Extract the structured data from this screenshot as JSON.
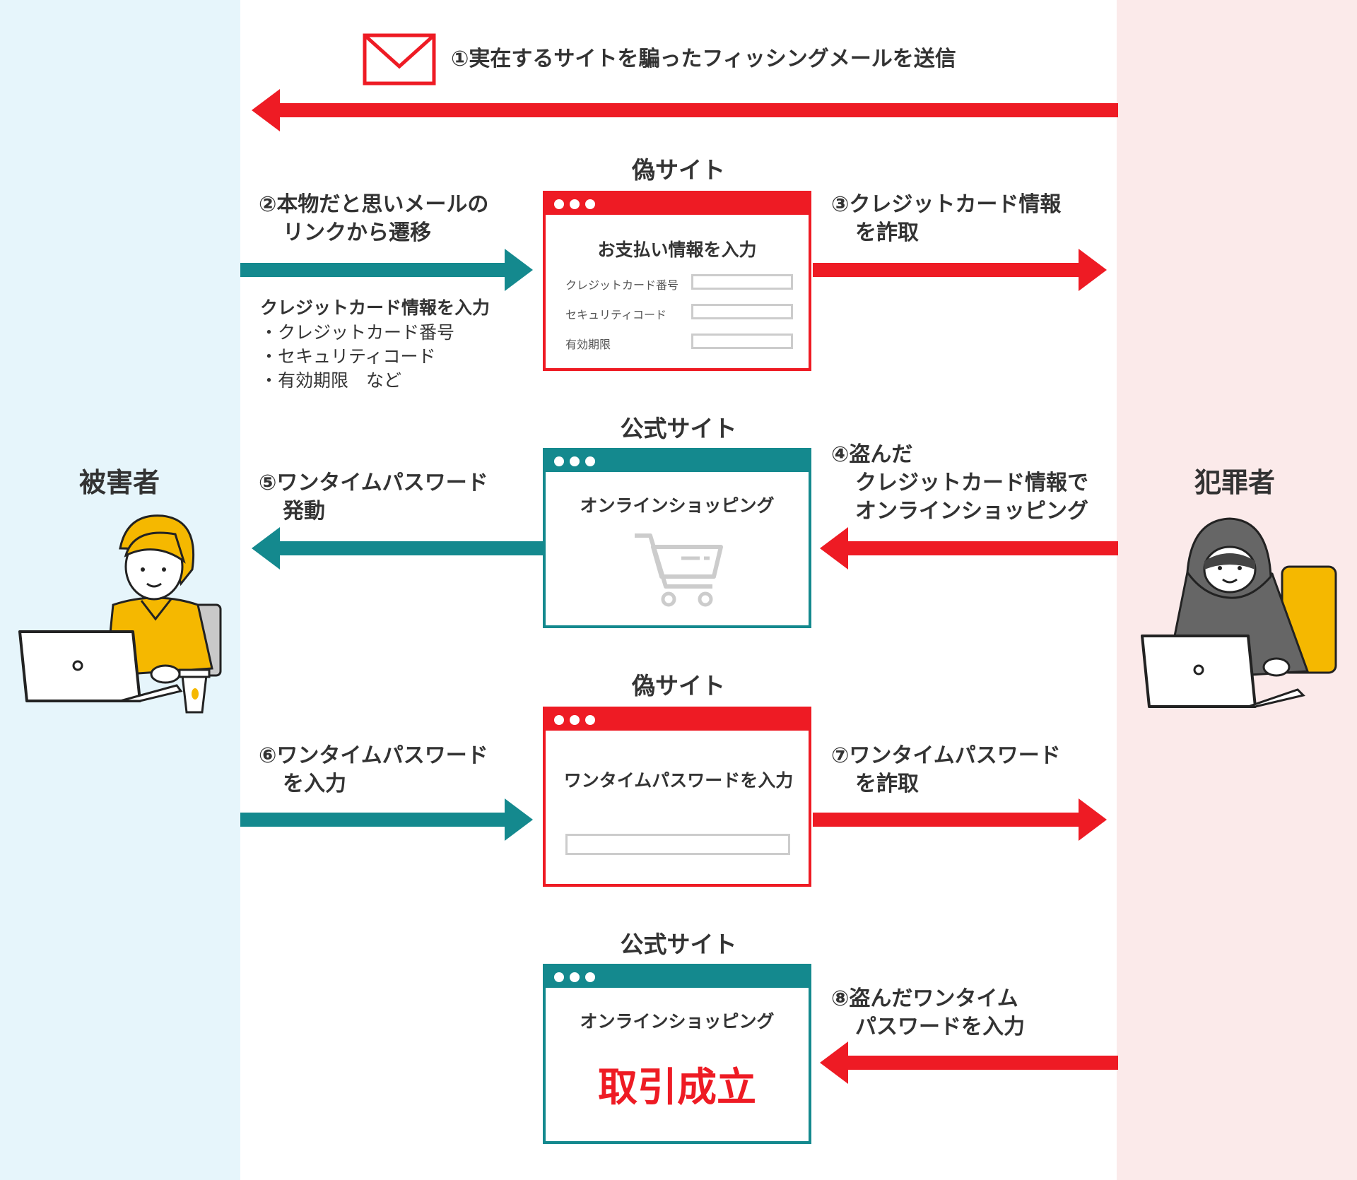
{
  "colors": {
    "red": "#ee1b24",
    "teal": "#14898e",
    "victim_bg": "#e6f5fb",
    "criminal_bg": "#fbeaea",
    "text": "#333333"
  },
  "roles": {
    "victim": "被害者",
    "criminal": "犯罪者"
  },
  "steps": {
    "s1": "①実在するサイトを騙ったフィッシングメールを送信",
    "s2": [
      "②本物だと思いメールの",
      "リンクから遷移"
    ],
    "s3": [
      "③クレジットカード情報",
      "を詐取"
    ],
    "s4": [
      "④盗んだ",
      "クレジットカード情報で",
      "オンラインショッピング"
    ],
    "s5": [
      "⑤ワンタイムパスワード",
      "発動"
    ],
    "s6": [
      "⑥ワンタイムパスワード",
      "を入力"
    ],
    "s7": [
      "⑦ワンタイムパスワード",
      "を詐取"
    ],
    "s8": [
      "⑧盗んだワンタイム",
      "パスワードを入力"
    ]
  },
  "card_input": {
    "heading": "クレジットカード情報を入力",
    "items": [
      "・クレジットカード番号",
      "・セキュリティコード",
      "・有効期限　など"
    ]
  },
  "windows": {
    "w1": {
      "title": "偽サイト",
      "heading": "お支払い情報を入力",
      "fields": [
        "クレジットカード番号",
        "セキュリティコード",
        "有効期限"
      ]
    },
    "w2": {
      "title": "公式サイト",
      "heading": "オンラインショッピング"
    },
    "w3": {
      "title": "偽サイト",
      "heading": "ワンタイムパスワードを入力"
    },
    "w4": {
      "title": "公式サイト",
      "heading": "オンラインショッピング",
      "result": "取引成立"
    }
  },
  "icons": [
    "mail-icon",
    "cart-icon",
    "victim-illustration",
    "criminal-illustration"
  ]
}
